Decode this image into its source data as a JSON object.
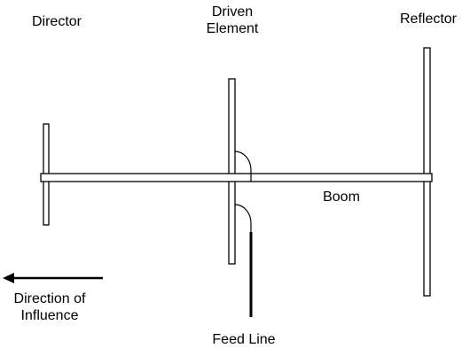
{
  "labels": {
    "director": "Director",
    "driven_line1": "Driven",
    "driven_line2": "Element",
    "reflector": "Reflector",
    "boom": "Boom",
    "direction_line1": "Direction of",
    "direction_line2": "Influence",
    "feed_line": "Feed Line"
  },
  "colors": {
    "stroke": "#000000",
    "fill": "#ffffff"
  }
}
